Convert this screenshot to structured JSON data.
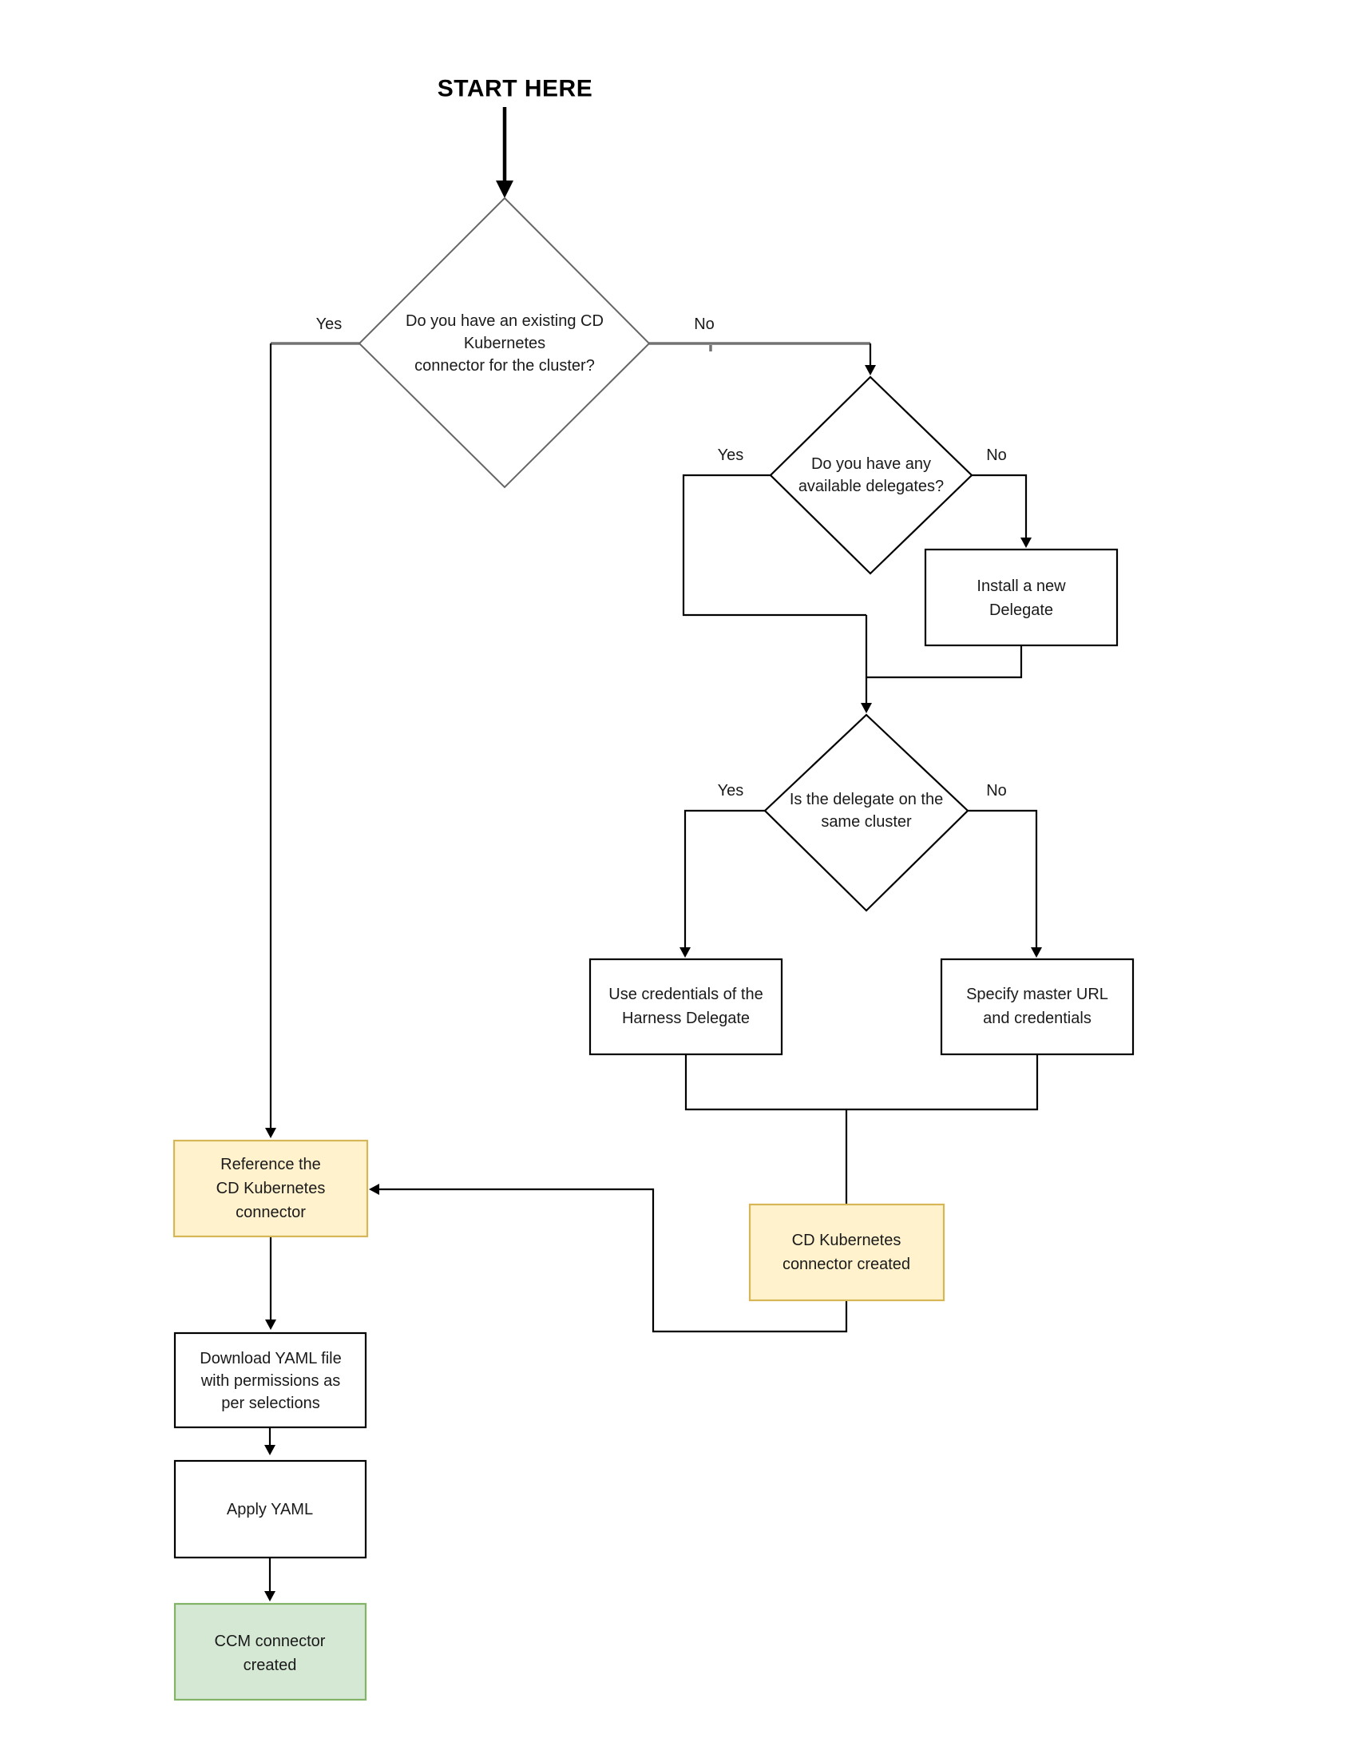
{
  "diagram_title": "START HERE",
  "nodes": {
    "decision_existing_connector": {
      "lines": [
        "Do you have an existing CD",
        "Kubernetes",
        "connector for the cluster?"
      ]
    },
    "decision_available_delegates": {
      "lines": [
        "Do you have any",
        "available delegates?"
      ]
    },
    "decision_same_cluster": {
      "lines": [
        "Is the delegate on the",
        "same cluster"
      ]
    },
    "process_install_delegate": {
      "lines": [
        "Install a new",
        "Delegate"
      ]
    },
    "process_use_credentials": {
      "lines": [
        "Use credentials of the",
        "Harness Delegate"
      ]
    },
    "process_specify_master_url": {
      "lines": [
        "Specify master URL",
        "and credentials"
      ]
    },
    "state_cd_connector_created": {
      "lines": [
        "CD Kubernetes",
        "connector created"
      ]
    },
    "process_reference_connector": {
      "lines": [
        "Reference the",
        "CD Kubernetes",
        "connector"
      ]
    },
    "process_download_yaml": {
      "lines": [
        "Download YAML file",
        "with permissions as",
        "per selections"
      ]
    },
    "process_apply_yaml": {
      "lines": [
        "Apply YAML"
      ]
    },
    "state_ccm_connector_created": {
      "lines": [
        "CCM connector",
        "created"
      ]
    }
  },
  "edge_labels": {
    "d1_yes": "Yes",
    "d1_no": "No",
    "d2_yes": "Yes",
    "d2_no": "No",
    "d3_yes": "Yes",
    "d3_no": "No"
  },
  "colors": {
    "highlight_fill": "#FFF2CC",
    "highlight_stroke": "#D6B656",
    "success_fill": "#D5E8D4",
    "success_stroke": "#82B366",
    "decision1_stroke": "#666666",
    "branch_line": "#737373"
  }
}
